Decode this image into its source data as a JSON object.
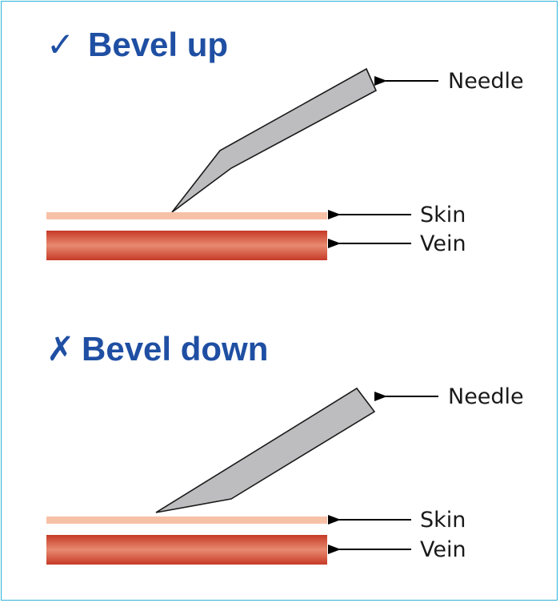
{
  "panels": [
    {
      "id": "bevel-up",
      "mark": "✓",
      "heading": "Bevel up",
      "labels": {
        "needle": "Needle",
        "skin": "Skin",
        "vein": "Vein"
      }
    },
    {
      "id": "bevel-down",
      "mark": "✗",
      "heading": "Bevel down",
      "labels": {
        "needle": "Needle",
        "skin": "Skin",
        "vein": "Vein"
      }
    }
  ],
  "colors": {
    "heading": "#1f4fa3",
    "border": "#2fb3d9",
    "skin": "#f7c1a7",
    "vein_dark": "#c63a27",
    "vein_light": "#e88a70",
    "needle_fill": "#bdbdbf"
  }
}
